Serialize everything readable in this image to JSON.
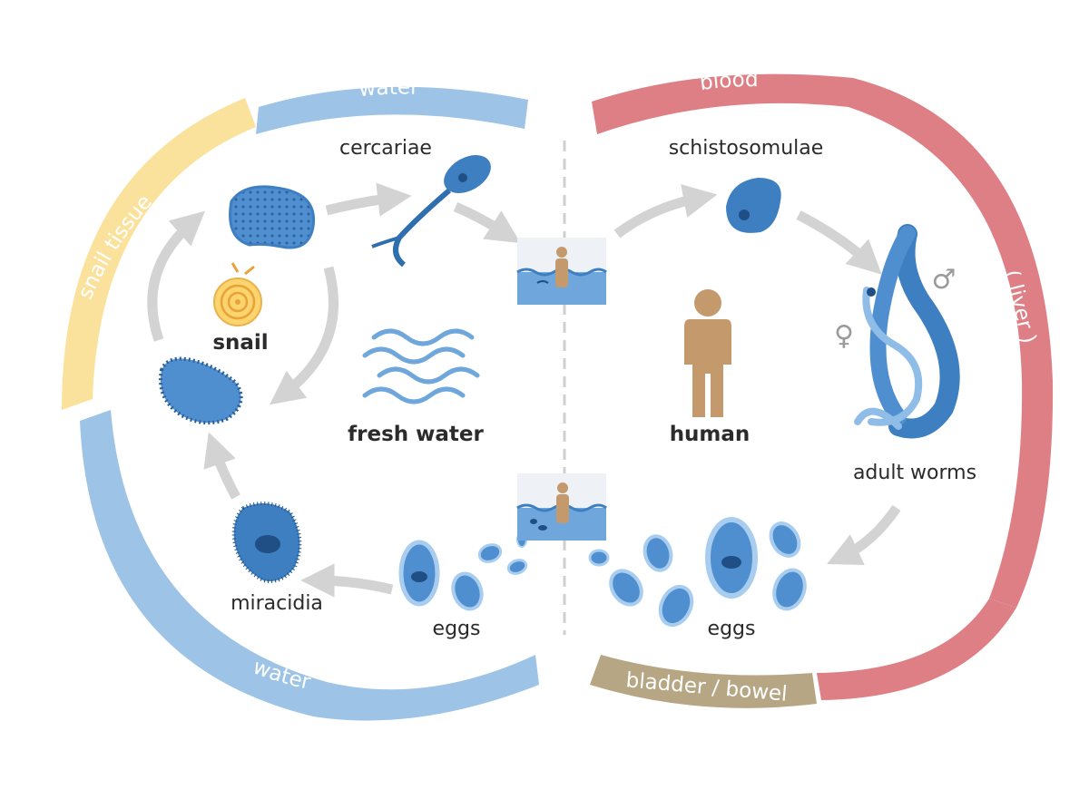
{
  "ring": {
    "water_top": "water",
    "snail_tissue": "snail tissue",
    "water_bottom": "water",
    "blood": "blood",
    "liver": "( liver )",
    "bladder_bowel_right": "(bladder / bowel)",
    "bladder_bowel_bottom": "bladder / bowel"
  },
  "labels": {
    "cercariae": "cercariae",
    "schistosomulae": "schistosomulae",
    "snail": "snail",
    "fresh_water": "fresh water",
    "human": "human",
    "adult_worms": "adult worms",
    "miracidia": "miracidia",
    "eggs_left": "eggs",
    "eggs_right": "eggs",
    "male_symbol": "♂",
    "female_symbol": "♀"
  },
  "colors": {
    "water": "#9dc3e6",
    "snail_tissue": "#fbe29c",
    "blood": "#de7f86",
    "bladder_bowel": "#b6a684",
    "organism": "#3e7fc1",
    "arrow": "#d3d3d3",
    "human": "#c49a6c"
  }
}
